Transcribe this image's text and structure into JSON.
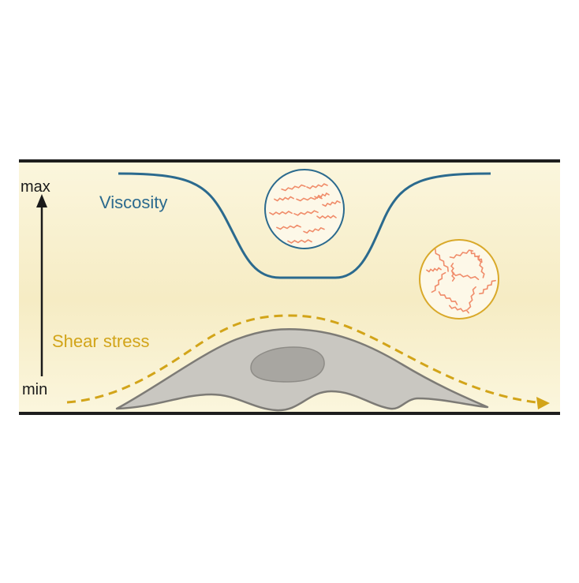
{
  "axis": {
    "max_label": "max",
    "min_label": "min"
  },
  "labels": {
    "viscosity": "Viscosity",
    "shear_stress": "Shear stress"
  },
  "colors": {
    "background_top": "#fbf6dd",
    "background_mid": "#f6ecc4",
    "wall": "#1e1e1e",
    "viscosity_curve": "#2b6a8e",
    "shear_curve": "#d2a419",
    "cell_fill": "#c9c7c1",
    "cell_outline": "#7d7b76",
    "nucleus_fill": "#a8a6a1",
    "filaments": "#f08c6a",
    "inset_aligned_border": "#2b6a8e",
    "inset_random_border": "#d9a92a",
    "arrow": "#1a1a1a"
  }
}
